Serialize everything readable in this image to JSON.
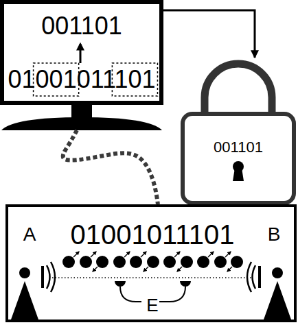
{
  "diagram": {
    "nodes": [
      {
        "text": [
          "001101",
          "01001011101"
        ]
      },
      {
        "text": [
          "001101"
        ]
      },
      {
        "text": [
          "A",
          "01001011101",
          "B",
          "E"
        ]
      }
    ],
    "edges": [
      {
        "from": 0,
        "to": 1,
        "arrow": "to"
      },
      {
        "from": 0,
        "to": 2,
        "arrow": "none"
      }
    ]
  }
}
